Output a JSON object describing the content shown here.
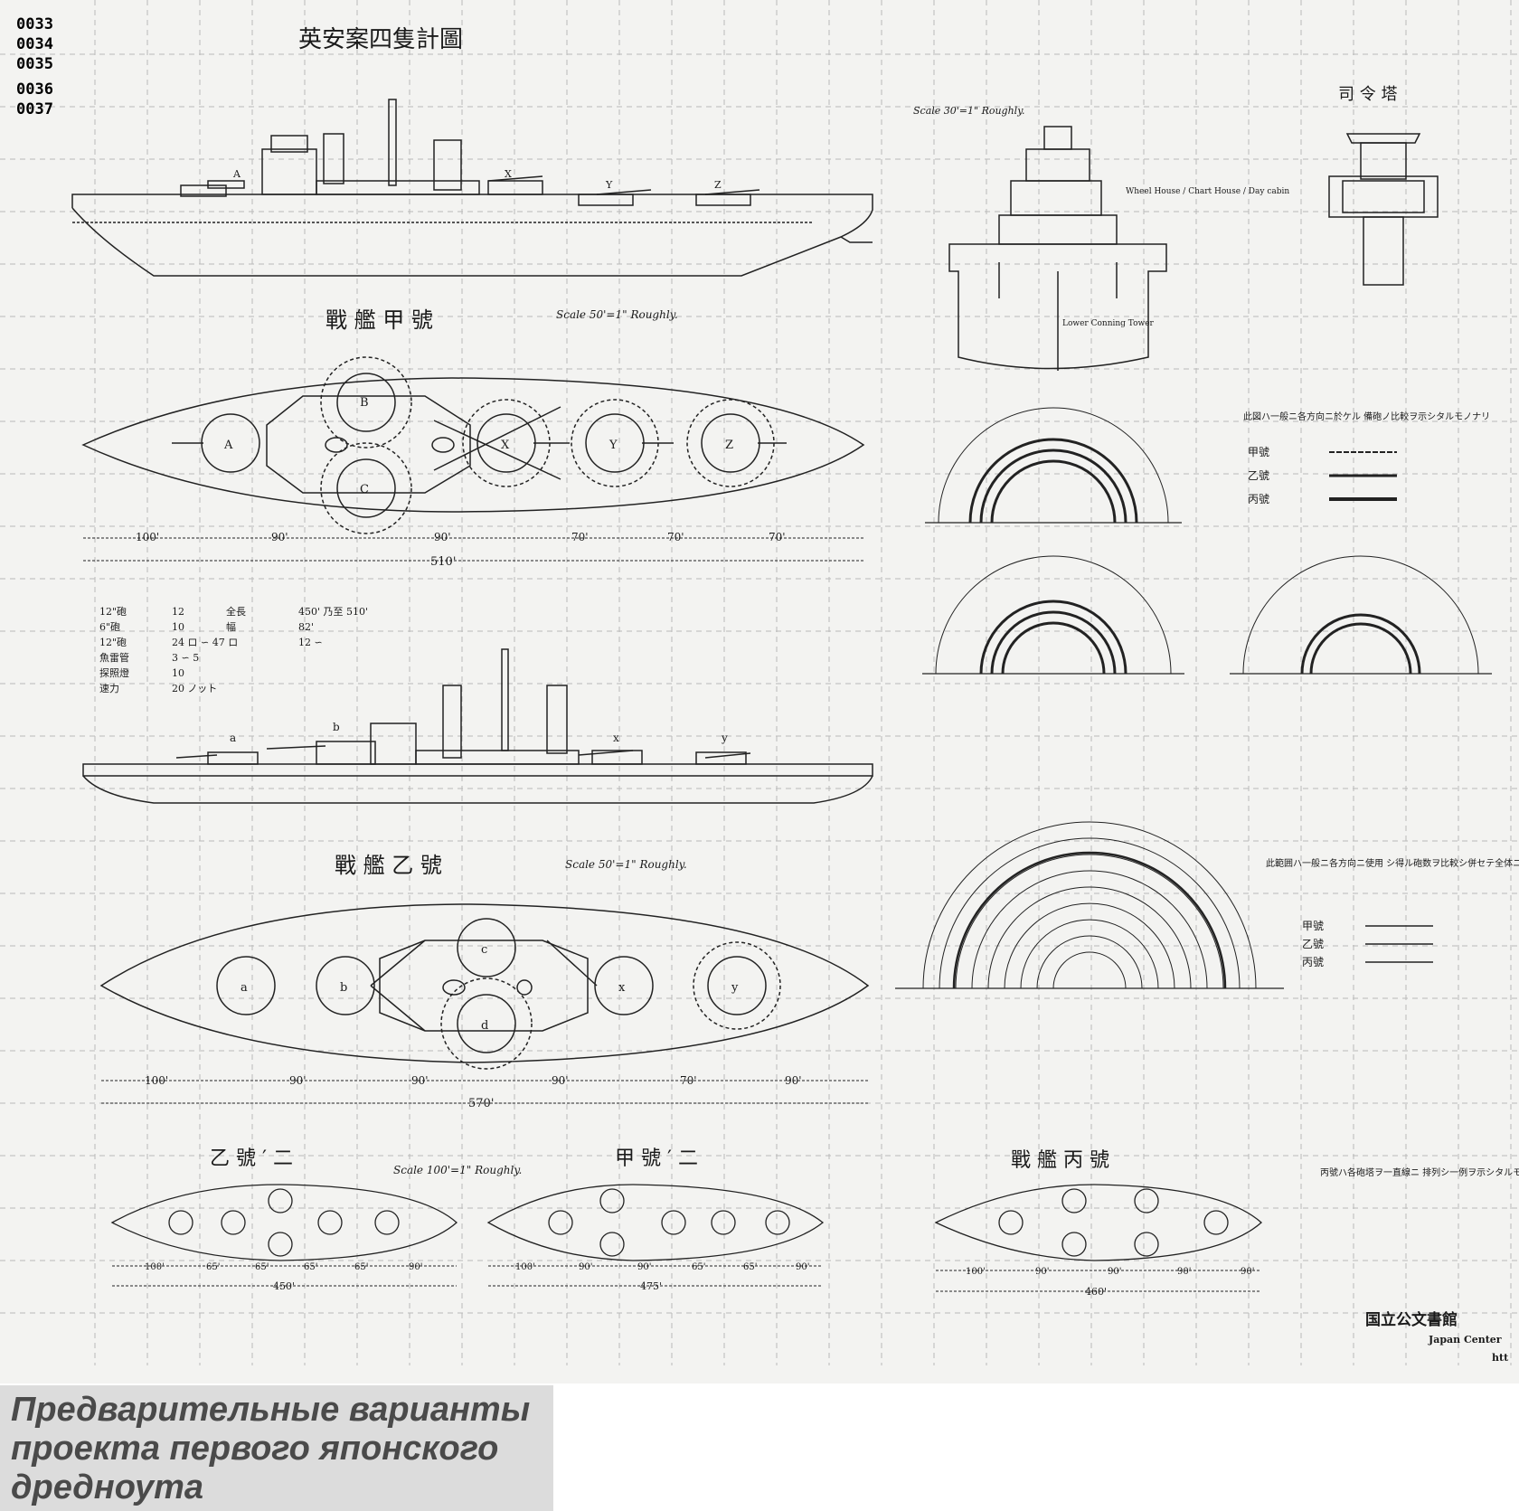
{
  "page_numbers": [
    "0033",
    "0034",
    "0035",
    "0036",
    "0037"
  ],
  "sheet_title": "英安案四隻計圖",
  "scale_notes": {
    "top_right": "Scale 30'=1\" Roughly.",
    "ship_a": "Scale 50'=1\" Roughly.",
    "ship_b": "Scale 50'=1\" Roughly.",
    "small": "Scale 100'=1\" Roughly."
  },
  "ship_titles": {
    "a": "戰 艦 甲 號",
    "b": "戰 艦 乙 號",
    "c": "戰 艦 丙 號",
    "b2": "乙 號 ′ 二",
    "a2": "甲 號 ′ 二"
  },
  "conning_tower_title": "司 令 塔",
  "tower_labels": {
    "chart_house": "Wheel House / Chart House / Day cabin",
    "lower": "Lower Conning Tower"
  },
  "turret_labels_a": [
    "A",
    "B",
    "C",
    "X",
    "Y",
    "Z"
  ],
  "turret_labels_b": [
    "a",
    "b",
    "c",
    "d",
    "x",
    "y"
  ],
  "dimensions": {
    "a_segments": [
      "100'",
      "90'",
      "90'",
      "70'",
      "70'",
      "70'"
    ],
    "a_total": "510'",
    "b_segments": [
      "100'",
      "90'",
      "90'",
      "90'",
      "70'",
      "90'"
    ],
    "b_total": "570'",
    "b2_segments": [
      "100'",
      "65'",
      "65'",
      "65'",
      "65'",
      "90'"
    ],
    "b2_total": "450'",
    "a2_segments": [
      "100'",
      "90'",
      "90'",
      "65'",
      "65'",
      "90'"
    ],
    "a2_total": "475'",
    "c_segments": [
      "100'",
      "90'",
      "90'",
      "90'",
      "90'"
    ],
    "c_total": "460'"
  },
  "spec_table": [
    [
      "12\"砲",
      "12",
      "全長",
      "450' 乃至 510'"
    ],
    [
      "6\"砲",
      "10",
      "幅",
      "82'"
    ],
    [
      "12\"砲",
      "24 ロ ∽ 47 ロ",
      "",
      "12 ∽"
    ],
    [
      "魚雷管",
      "3 ∽ 5",
      "",
      ""
    ],
    [
      "探照燈",
      "10",
      "",
      ""
    ],
    [
      "速力",
      "20 ノット",
      "",
      ""
    ]
  ],
  "legend_top": {
    "note": "此図ハ一般ニ各方向ニ於ケル 備砲ノ比較ヲ示シタルモノナリ",
    "items": [
      "甲號",
      "乙號",
      "丙號"
    ]
  },
  "legend_bottom": {
    "note": "此範囲ハ一般ニ各方向ニ使用 シ得ル砲数ヲ比較シ併セテ全体ニ 對スル Percentage ヲ示シタルモノナリ",
    "items": [
      "甲號",
      "乙號",
      "丙號"
    ]
  },
  "note_c": "丙號ハ各砲塔ヲ一直線ニ 排列シ一例ヲ示シタルモノ ナリ",
  "stamp": {
    "title": "国立公文書館",
    "line2": "Japan Center",
    "line3": "htt"
  },
  "caption_lines": [
    "Предварительные варианты",
    "проекта первого японского",
    "дредноута"
  ]
}
